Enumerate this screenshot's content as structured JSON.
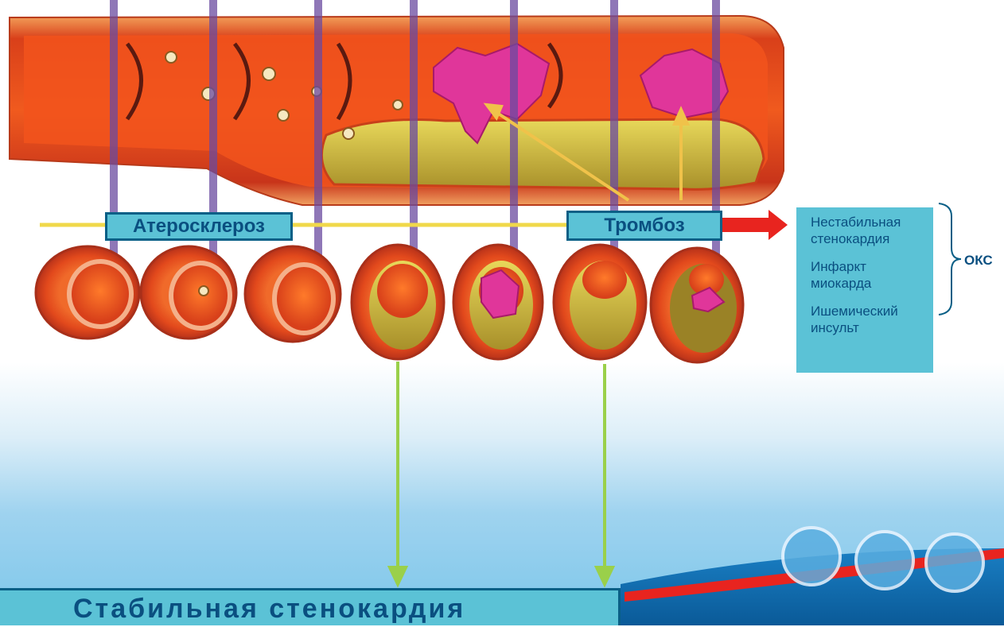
{
  "labels": {
    "atherosclerosis": "Атеросклероз",
    "thrombosis": "Тромбоз",
    "stable_angina": "Стабильная стенокардия",
    "acs": "ОКС"
  },
  "outcomes": {
    "unstable_line1": "Нестабильная",
    "unstable_line2": "стенокардия",
    "infarct_line1": "Инфаркт",
    "infarct_line2": "миокарда",
    "stroke_line1": "Ишемический",
    "stroke_line2": "инсульт"
  },
  "colors": {
    "box_fill": "#5bc2d6",
    "box_border": "#0a5f86",
    "text": "#0a4f80",
    "artery": "#e2491c",
    "plaque": "#d9c23a",
    "thrombus": "#e0369a",
    "arrow_red": "#e8241f"
  }
}
